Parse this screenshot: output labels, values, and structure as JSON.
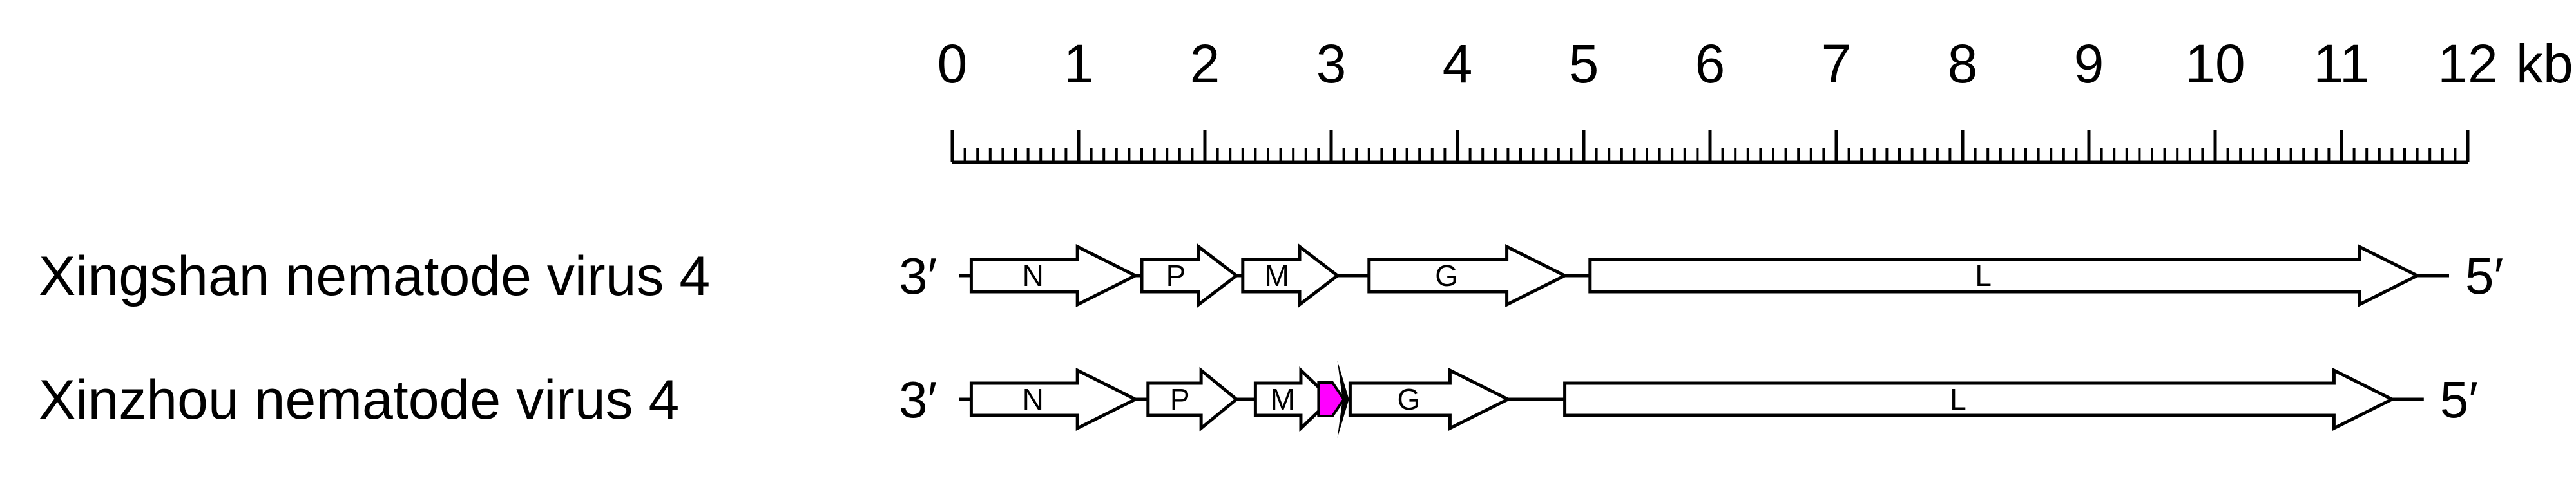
{
  "scale": {
    "unit": "kb",
    "min": 0,
    "max": 12,
    "major_ticks": [
      "0",
      "1",
      "2",
      "3",
      "4",
      "5",
      "6",
      "7",
      "8",
      "9",
      "10",
      "11",
      "12"
    ],
    "minor_per_major": 10
  },
  "colors": {
    "gene_fill": "#ffffff",
    "extra_orf_fill": "#ff00ff",
    "stroke": "#000000"
  },
  "genomes": [
    {
      "name": "Xingshan nematode virus 4",
      "left_end": "3′",
      "right_end": "5′",
      "start_kb": 0.0,
      "end_kb": 11.75,
      "genes": [
        {
          "label": "N",
          "start_kb": 0.15,
          "end_kb": 1.45
        },
        {
          "label": "P",
          "start_kb": 1.5,
          "end_kb": 2.25
        },
        {
          "label": "M",
          "start_kb": 2.3,
          "end_kb": 3.05
        },
        {
          "label": "G",
          "start_kb": 3.3,
          "end_kb": 4.85
        },
        {
          "label": "L",
          "start_kb": 5.05,
          "end_kb": 11.6
        }
      ]
    },
    {
      "name": "Xinzhou nematode virus 4",
      "left_end": "3′",
      "right_end": "5′",
      "start_kb": 0.0,
      "end_kb": 11.55,
      "genes": [
        {
          "label": "N",
          "start_kb": 0.15,
          "end_kb": 1.45
        },
        {
          "label": "P",
          "start_kb": 1.55,
          "end_kb": 2.25
        },
        {
          "label": "M",
          "start_kb": 2.4,
          "end_kb": 3.0
        },
        {
          "label": "",
          "start_kb": 2.9,
          "end_kb": 3.1,
          "extra": true
        },
        {
          "label": "G",
          "start_kb": 3.15,
          "end_kb": 4.4
        },
        {
          "label": "L",
          "start_kb": 4.85,
          "end_kb": 11.4
        }
      ]
    }
  ]
}
